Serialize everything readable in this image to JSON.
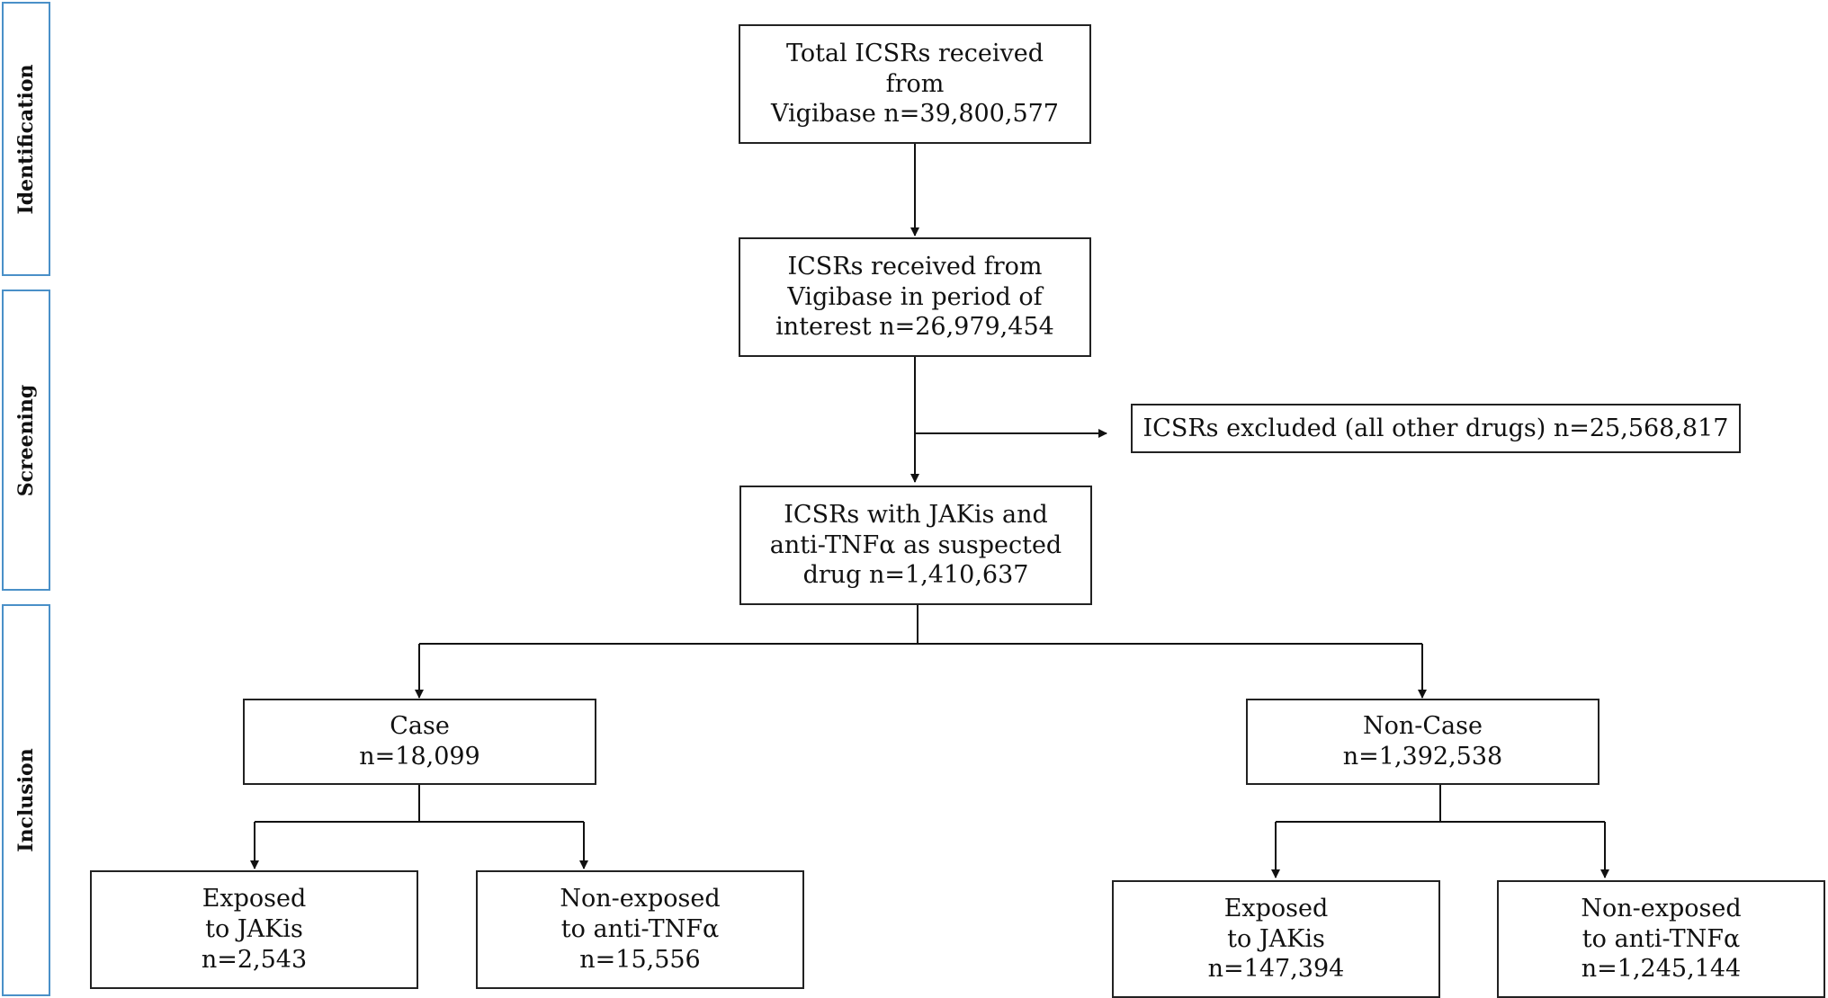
{
  "phases": {
    "identification": "Identification",
    "screening": "Screening",
    "inclusion": "Inclusion"
  },
  "boxes": {
    "total": [
      "Total ICSRs received",
      "from",
      "Vigibase n=39,800,577"
    ],
    "period": [
      "ICSRs received from",
      "Vigibase in period of",
      "interest n=26,979,454"
    ],
    "excluded": [
      "ICSRs excluded (all other drugs) n=25,568,817"
    ],
    "suspected": [
      "ICSRs with JAKis and",
      "anti-TNFα as suspected",
      "drug n=1,410,637"
    ],
    "case": [
      "Case",
      "n=18,099"
    ],
    "noncase": [
      "Non-Case",
      "n=1,392,538"
    ],
    "case_exposed": [
      "Exposed",
      "to JAKis",
      "n=2,543"
    ],
    "case_nonexposed": [
      "Non-exposed",
      "to anti-TNFα",
      "n=15,556"
    ],
    "noncase_exposed": [
      "Exposed",
      "to JAKis",
      "n=147,394"
    ],
    "noncase_nonexposed": [
      "Non-exposed",
      "to anti-TNFα",
      "n=1,245,144"
    ]
  }
}
